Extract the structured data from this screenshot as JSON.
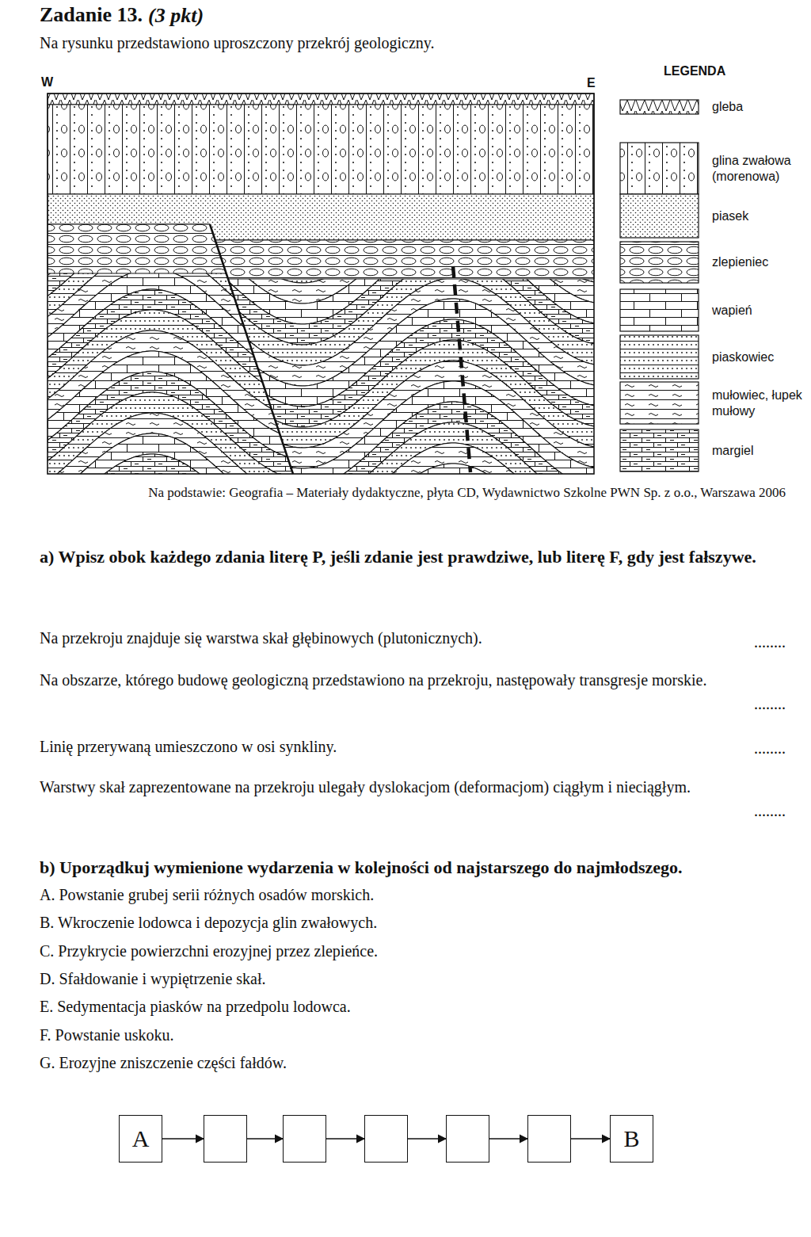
{
  "diagram": {
    "title": "Zadanie 13.",
    "caption": "Na podstawie: Geografia – Materiały dydaktyczne, płyta CD, Wydawnictwo Szkolne PWN Sp. z o.o., Warszawa 2006",
    "nodes": [
      {
        "text": [
          "A"
        ]
      },
      {
        "text": []
      },
      {
        "text": []
      },
      {
        "text": []
      },
      {
        "text": []
      },
      {
        "text": []
      },
      {
        "text": [
          "B"
        ]
      }
    ],
    "edges": [
      {
        "from": 0,
        "to": 1,
        "arrow": "to"
      },
      {
        "from": 1,
        "to": 2,
        "arrow": "to"
      },
      {
        "from": 2,
        "to": 3,
        "arrow": "to"
      },
      {
        "from": 3,
        "to": 4,
        "arrow": "to"
      },
      {
        "from": 4,
        "to": 5,
        "arrow": "to"
      },
      {
        "from": 5,
        "to": 6,
        "arrow": "to"
      }
    ],
    "labels": [
      "(3 pkt)",
      "Na rysunku przedstawiono uproszczony przekrój geologiczny.",
      "W",
      "E",
      "LEGENDA",
      "a) Wpisz obok każdego zdania literę P, jeśli zdanie jest prawdziwe, lub literę F, gdy jest fałszywe.",
      "Na przekroju znajduje się warstwa skał głębinowych (plutonicznych).",
      "........",
      "Na obszarze, którego budowę geologiczną przedstawiono na przekroju, następowały transgresje morskie.",
      "........",
      "Linię przerywaną umieszczono w osi synkliny.",
      "........",
      "Warstwy skał zaprezentowane na przekroju ulegały dyslokacjom (deformacjom) ciągłym i nieciągłym.",
      "........",
      "b) Uporządkuj wymienione wydarzenia w kolejności od najstarszego do najmłodszego.",
      "A. Powstanie grubej serii różnych osadów morskich.",
      "B. Wkroczenie lodowca i depozycja glin zwałowych.",
      "C. Przykrycie powierzchni erozyjnej przez zlepieńce.",
      "D. Sfałdowanie i wypiętrzenie skał.",
      "E. Sedymentacja piasków na przedpolu lodowca.",
      "F. Powstanie uskoku.",
      "G. Erozyjne zniszczenie części fałdów."
    ],
    "legend": [
      {
        "text": "gleba"
      },
      {
        "text": "glina zwałowa (morenowa)"
      },
      {
        "text": "piasek"
      },
      {
        "text": "zlepieniec"
      },
      {
        "text": "wapień"
      },
      {
        "text": "piaskowiec"
      },
      {
        "text": "mułowiec, łupek mułowy"
      },
      {
        "text": "margiel"
      }
    ]
  }
}
